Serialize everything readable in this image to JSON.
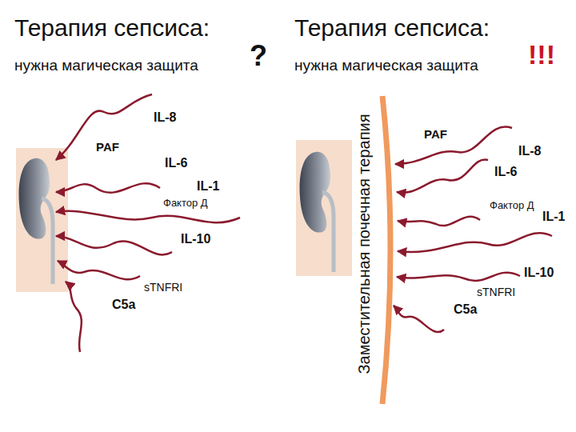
{
  "diagram": {
    "labels": [
      "Терапия сепсиса:",
      "нужна магическая защита",
      "?",
      "Терапия сепсиса:",
      "нужна магическая защита",
      "!!!",
      "Заместительная почечная терапия",
      "IL-8",
      "PAF",
      "IL-6",
      "IL-1",
      "Фактор Д",
      "IL-10",
      "sTNFRI",
      "C5a",
      "PAF",
      "IL-8",
      "IL-6",
      "Фактор Д",
      "IL-1",
      "IL-10",
      "sTNFRI",
      "C5a"
    ]
  }
}
